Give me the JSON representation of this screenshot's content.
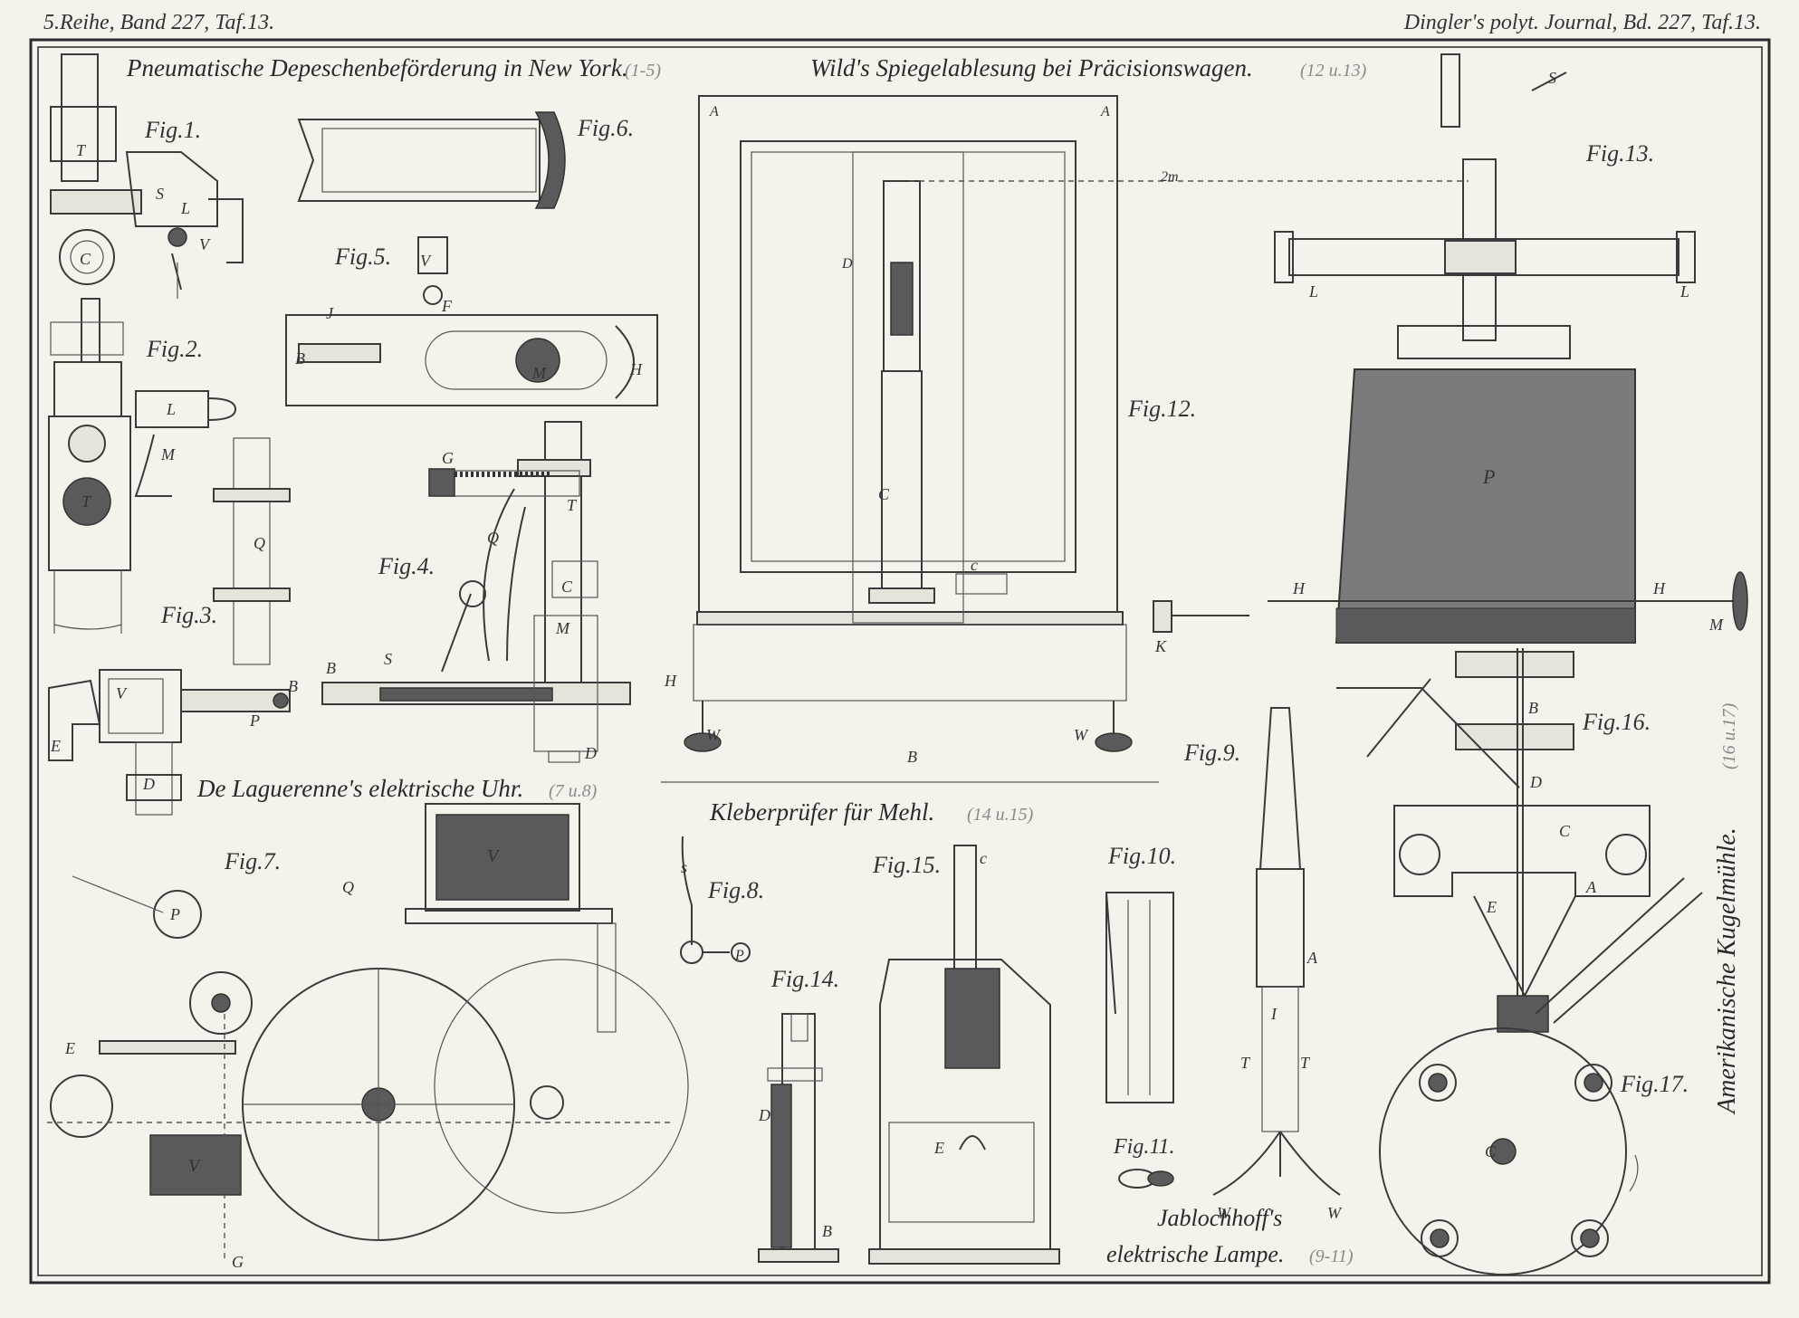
{
  "header": {
    "left": "5.Reihe, Band 227, Taf.13.",
    "right": "Dingler's polyt. Journal, Bd. 227, Taf.13."
  },
  "titles": {
    "pneumatic": "Pneumatische Depeschenbeförderung in New York.",
    "pneumatic_range": "(1-5)",
    "wild": "Wild's Spiegelablesung bei Präcisionswagen.",
    "wild_range": "(12 u.13)",
    "laguerenne": "De Laguerenne's elektrische Uhr.",
    "laguerenne_range": "(7 u.8)",
    "kleber": "Kleberprüfer für Mehl.",
    "kleber_range": "(14 u.15)",
    "jablochkoff_1": "Jablochhoff's",
    "jablochkoff_2": "elektrische Lampe.",
    "jablochkoff_range": "(9-11)",
    "kugelmuehle": "Amerikanische Kugelmühle.",
    "kugelmuehle_range": "(16 u.17)"
  },
  "figures": {
    "f1": "Fig.1.",
    "f2": "Fig.2.",
    "f3": "Fig.3.",
    "f4": "Fig.4.",
    "f5": "Fig.5.",
    "f6": "Fig.6.",
    "f7": "Fig.7.",
    "f8": "Fig.8.",
    "f9": "Fig.9.",
    "f10": "Fig.10.",
    "f11": "Fig.11.",
    "f12": "Fig.12.",
    "f13": "Fig.13.",
    "f14": "Fig.14.",
    "f15": "Fig.15.",
    "f16": "Fig.16.",
    "f17": "Fig.17."
  },
  "labels": {
    "T": "T",
    "S": "S",
    "L": "L",
    "C": "C",
    "V": "V",
    "M": "M",
    "E": "E",
    "D": "D",
    "P": "P",
    "B": "B",
    "H": "H",
    "G": "G",
    "J": "J",
    "F": "F",
    "Q": "Q",
    "A": "A",
    "W": "W",
    "K": "K",
    "I": "I",
    "c": "c",
    "d": "d",
    "s": "s",
    "b": "b",
    "a": "a",
    "m": "m",
    "g": "g",
    "h": "h",
    "p": "p",
    "dist": "2m"
  }
}
